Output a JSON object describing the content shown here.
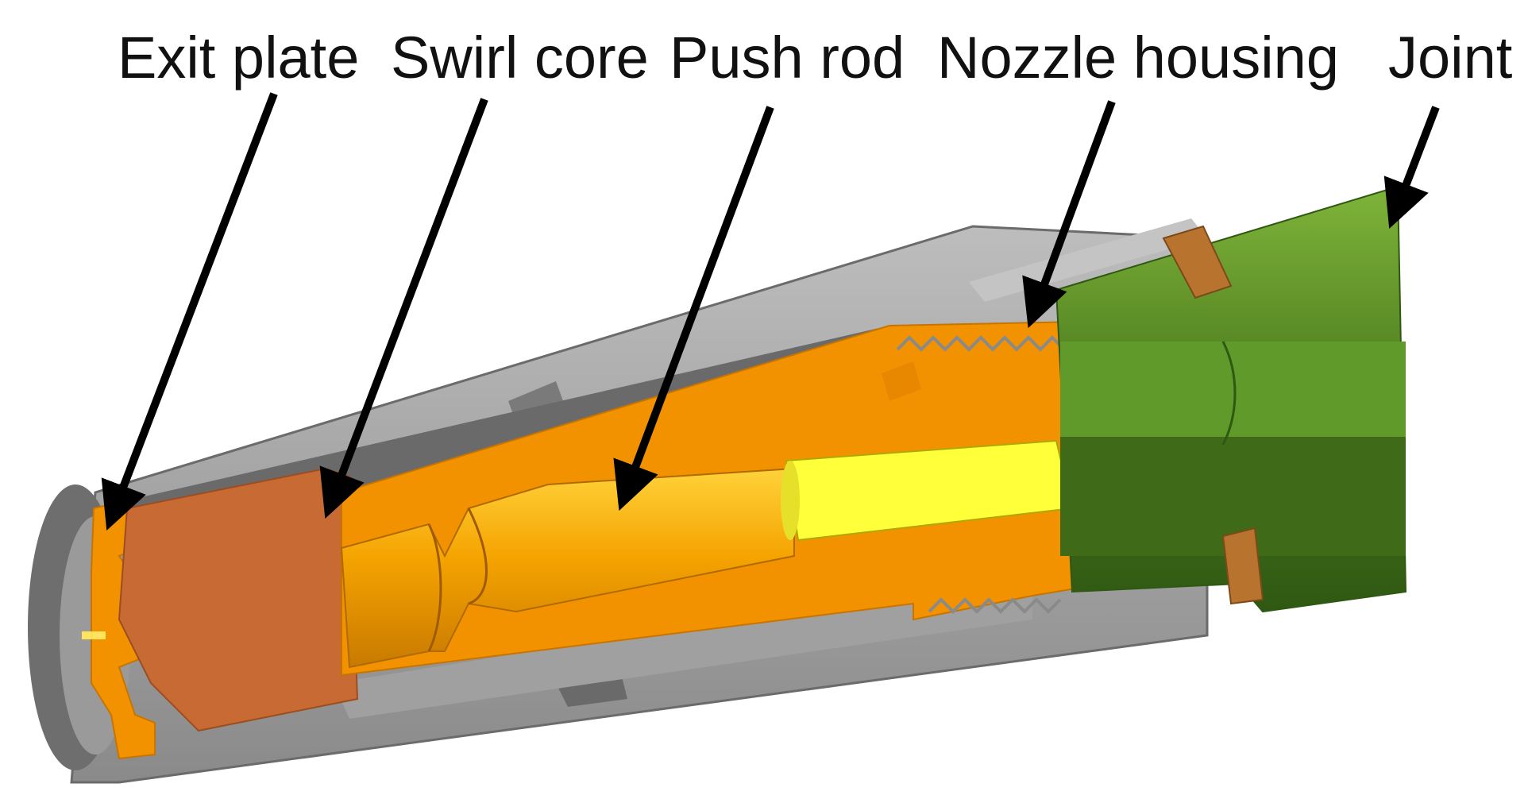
{
  "figure": {
    "labels": {
      "exit_plate": "Exit plate",
      "swirl_core": "Swirl core",
      "push_rod": "Push rod",
      "nozzle_housing": "Nozzle housing",
      "joint": "Joint"
    },
    "colors": {
      "housing_gray": "#8c8c8c",
      "housing_light": "#b3b3b3",
      "housing_dark": "#5e5e5e",
      "orange": "#f39200",
      "orange_light": "#ffb21e",
      "swirl_copper": "#c86a34",
      "yellow": "#ffff3a",
      "joint_green": "#4b7a1e",
      "joint_green_light": "#6f9e2c",
      "gasket_brown": "#b8742e",
      "arrow": "#000000"
    }
  }
}
